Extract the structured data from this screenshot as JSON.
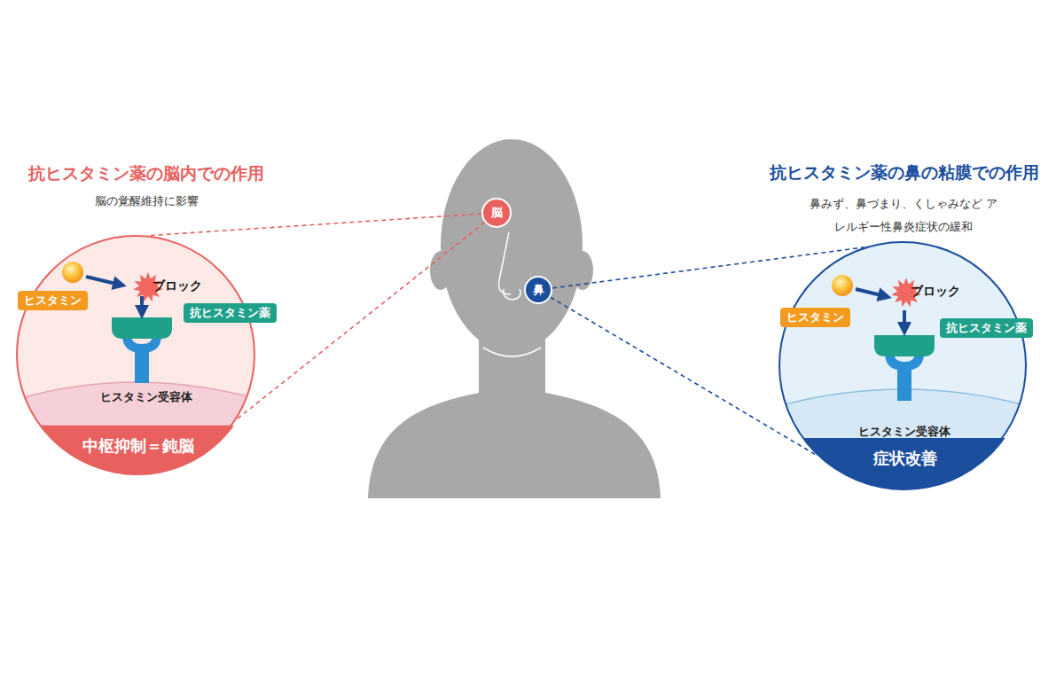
{
  "diagram": {
    "nodes": [
      {
        "text": [
          "抗ヒスタミン薬の脳内での作用",
          "脳の覚醒維持に影響"
        ]
      },
      {
        "text": [
          "ヒスタミン"
        ],
        "in": 0
      },
      {
        "text": [
          "ブロック"
        ],
        "in": 0
      },
      {
        "text": [
          "抗ヒスタミン薬"
        ],
        "in": 0
      },
      {
        "text": [
          "中枢抑制＝鈍脳"
        ],
        "in": 0
      },
      {
        "text": [
          "脳"
        ]
      },
      {
        "text": [
          "鼻"
        ]
      },
      {
        "text": [
          "抗ヒスタミン薬の鼻の粘膜での作用",
          "鼻みず、鼻づまり、くしゃみなど アレルギー性鼻炎症状の緩和"
        ]
      },
      {
        "text": [
          "ヒスタミン"
        ],
        "in": 7
      },
      {
        "text": [
          "ブロック"
        ],
        "in": 7
      },
      {
        "text": [
          "抗ヒスタミン薬"
        ],
        "in": 7
      },
      {
        "text": [
          "症状改善"
        ],
        "in": 7
      }
    ],
    "edges": [
      {
        "from": 5,
        "to": 0,
        "arrow": "none"
      },
      {
        "from": 5,
        "to": 0,
        "arrow": "none"
      },
      {
        "from": 6,
        "to": 7,
        "arrow": "none"
      },
      {
        "from": 6,
        "to": 7,
        "arrow": "none"
      }
    ],
    "labels": [
      "ヒスタミン受容体",
      "ヒスタミン受容体"
    ]
  }
}
